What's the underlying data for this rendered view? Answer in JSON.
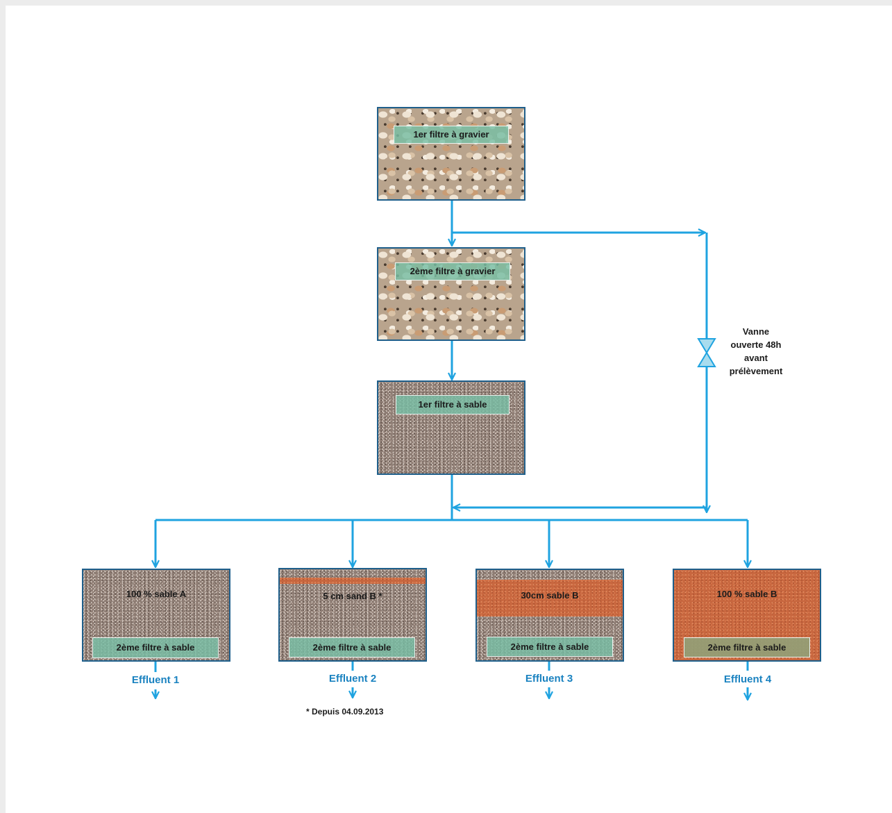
{
  "gravel_filter_1": {
    "label": "1er filtre à gravier"
  },
  "gravel_filter_2": {
    "label": "2ème filtre à gravier"
  },
  "sand_filter_1": {
    "label": "1er filtre à sable"
  },
  "valve": {
    "lines": [
      "Vanne",
      "ouverte 48h",
      "avant",
      "prélèvement"
    ]
  },
  "second_sand_filters": [
    {
      "title": "100 % sable A",
      "label": "2ème filtre à sable",
      "effluent": "Effluent 1"
    },
    {
      "title": "5 cm sand B *",
      "label": "2ème filtre à sable",
      "effluent": "Effluent 2"
    },
    {
      "title": "30cm sable B",
      "label": "2ème filtre à sable",
      "effluent": "Effluent 3"
    },
    {
      "title": "100 % sable B",
      "label": "2ème filtre à sable",
      "effluent": "Effluent 4"
    }
  ],
  "footnote": "* Depuis 04.09.2013",
  "colors": {
    "flow_line": "#1fa3e0",
    "box_border": "#1f5f8b",
    "sand_A": "#8e7d74",
    "sand_B": "#c8673f",
    "label_fill": "#78bea5",
    "effluent_text": "#1a82c0"
  }
}
